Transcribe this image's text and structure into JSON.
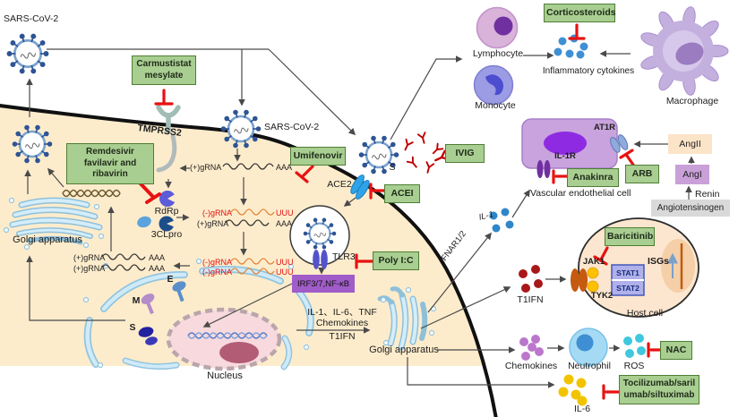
{
  "labels": {
    "virus_top": "SARS-CoV-2",
    "virus_membrane": "SARS-CoV-2",
    "tmprss2": "TMPRSS2",
    "ace2": "ACE2",
    "spike_s": "S",
    "tlr3": "TLR3",
    "irf": "IRF3/7,NF-κB",
    "rdrp": "RdRp",
    "clpro": "3CLpro",
    "golgi_left": "Golgi apparatus",
    "golgi_right": "Golgi apparatus",
    "nucleus": "Nucleus",
    "protein_e": "E",
    "protein_m": "M",
    "protein_s": "S",
    "cytokine_line1": "IL-1、IL-6、TNF",
    "cytokine_line2": "Chemokines",
    "cytokine_line3": "T1IFN",
    "il1": "IL-1",
    "ifnar": "IFNAR1/2",
    "t1ifn": "T1IFN",
    "chemokines": "Chemokines",
    "il6": "IL-6",
    "ros": "ROS",
    "neutrophil": "Neutrophil",
    "lymphocyte": "Lymphocyte",
    "monocyte": "Monocyte",
    "macrophage": "Macrophage",
    "inflammatory": "Inflammatory  cytokines",
    "vec": "Vascular endothelial cell",
    "at1r": "AT1R",
    "il1r": "IL-1R",
    "angii": "AngII",
    "angi": "AngI",
    "renin": "Renin",
    "angiotensinogen": "Angiotensinogen",
    "jak1": "JAK1",
    "tyk2": "TYK2",
    "stat1": "STAT1",
    "stat2": "STAT2",
    "isgs": "ISGs",
    "host_cell": "Host cell"
  },
  "drugs": {
    "carmustistat": "Carmustistat mesylate",
    "remdesivir": "Remdesivir favilavir and ribavirin",
    "umifenovir": "Umifenovir",
    "ivig": "IVIG",
    "acei": "ACEI",
    "poly_ic": "Poly I:C",
    "corticosteroids": "Corticosteroids",
    "anakinra": "Anakinra",
    "arb": "ARB",
    "baricitinib": "Baricitinib",
    "nac": "NAC",
    "tocilizumab": "Tocilizumab/saril umab/siltuximab"
  },
  "rna_rows": [
    {
      "label": "(+)gRNA",
      "tail": "AAA",
      "type": "positive"
    },
    {
      "label": "(-)gRNA",
      "tail": "UUU",
      "type": "negative"
    },
    {
      "label": "(+)gRNA",
      "tail": "AAA",
      "type": "positive"
    },
    {
      "label": "(-)gRNA",
      "tail": "UUU",
      "type": "negative"
    },
    {
      "label": "(-)gRNA",
      "tail": "UUU",
      "type": "negative"
    },
    {
      "label": "(+)gRNA",
      "tail": "AAA",
      "type": "positive"
    },
    {
      "label": "(+)gRNA",
      "tail": "AAA",
      "type": "positive"
    }
  ],
  "colors": {
    "cell_fill": "#fdeccc",
    "membrane": "#111111",
    "drug_green_fill": "#a9ce91",
    "drug_green_border": "#4e7e34",
    "inhibit_red": "#e81212",
    "irf_purple": "#a05cc8",
    "vec_purple": "#c9a3dd",
    "il1_dot_blue": "#2f86c8",
    "t1ifn_dot_red": "#a81818",
    "chemokine_dot_purple": "#bb77cc",
    "ros_dot_cyan": "#3fc8de",
    "il6_dot_yellow": "#f2c400"
  }
}
